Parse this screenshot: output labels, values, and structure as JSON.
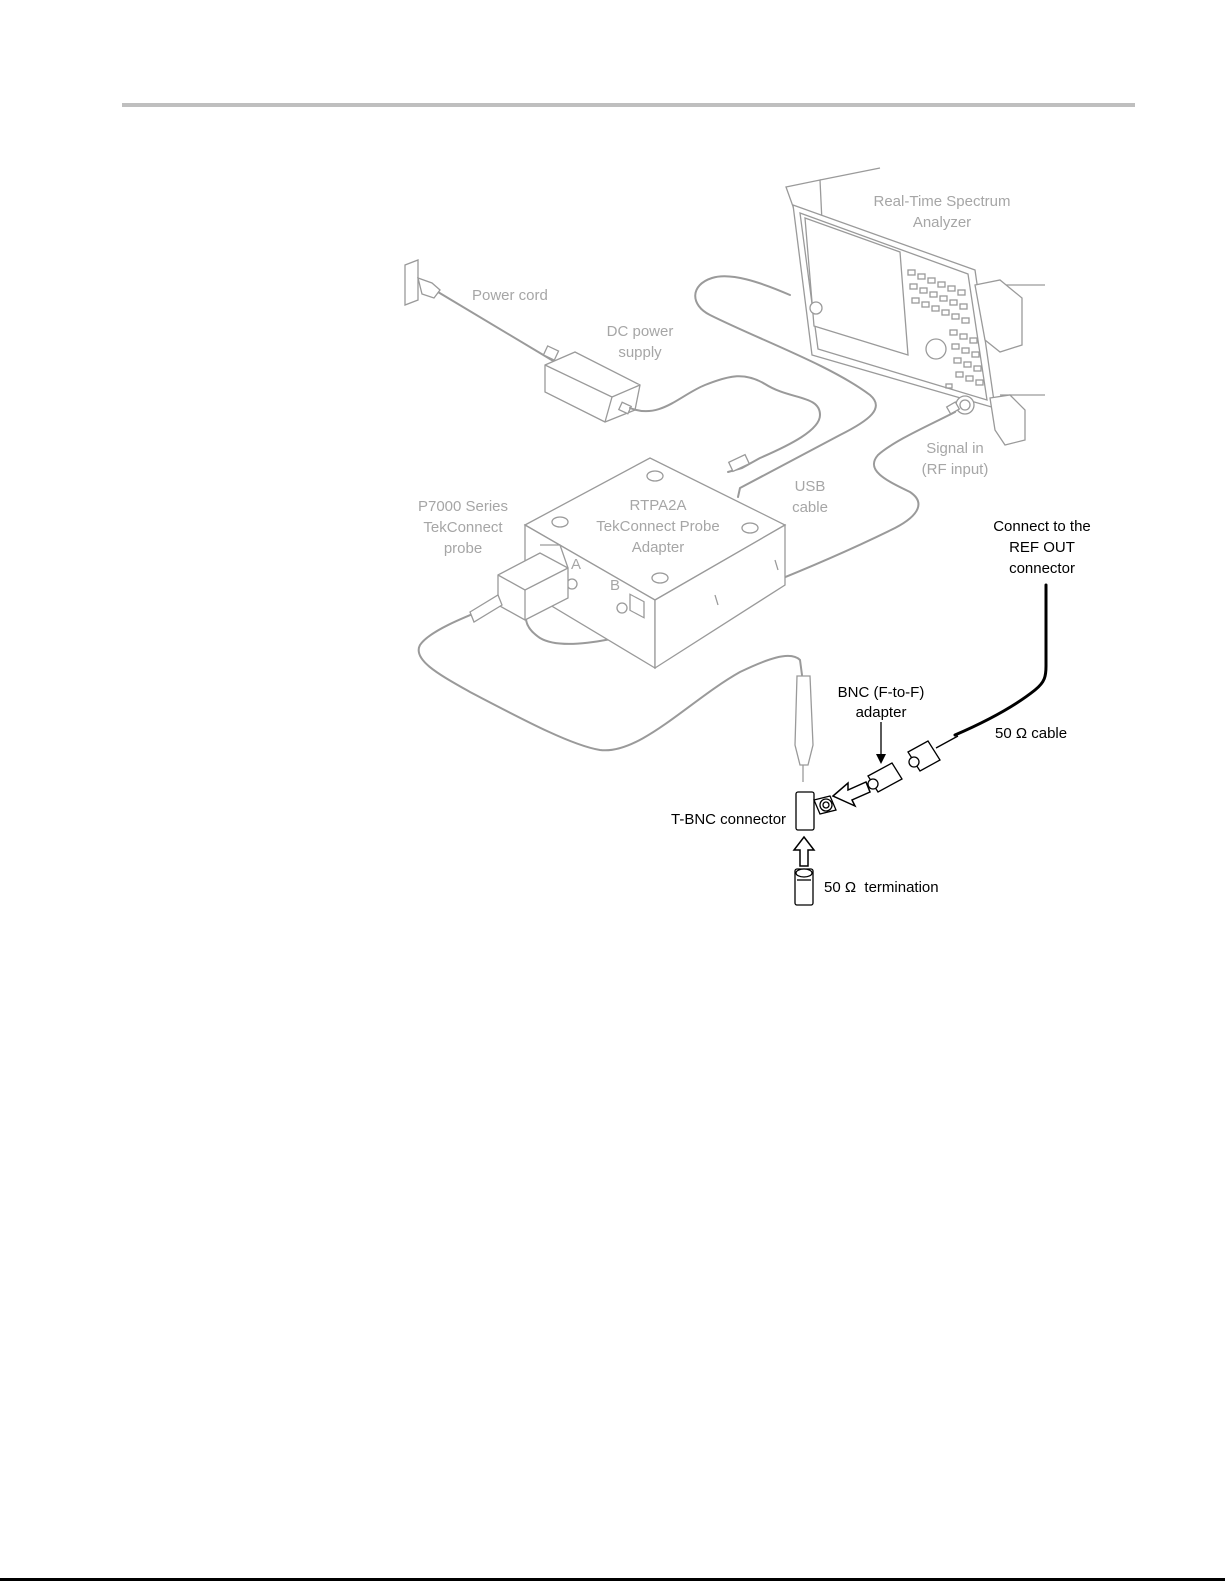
{
  "labels": {
    "analyzer": [
      "Real-Time Spectrum",
      "Analyzer"
    ],
    "power_cord": "Power cord",
    "dc_power_supply": [
      "DC power",
      "supply"
    ],
    "signal_in": [
      "Signal in",
      "(RF input)"
    ],
    "usb_cable": [
      "USB",
      "cable"
    ],
    "probe_adapter": [
      "RTPA2A",
      "TekConnect Probe",
      "Adapter"
    ],
    "probe": [
      "P7000 Series",
      "TekConnect",
      "probe"
    ],
    "ref_out": [
      "Connect to the",
      "REF OUT",
      "connector"
    ],
    "bnc_adapter": [
      "BNC (F-to-F)",
      "adapter"
    ],
    "cable_50": "50 Ω cable",
    "t_bnc": "T-BNC connector",
    "termination": "50 Ω  termination",
    "channel_a": "A",
    "channel_b": "B"
  },
  "colors": {
    "faded_line": "#9a9a9a",
    "faded_text": "#a6a6a6",
    "emphasis": "#000000",
    "header_rule": "#bfbfbf"
  }
}
